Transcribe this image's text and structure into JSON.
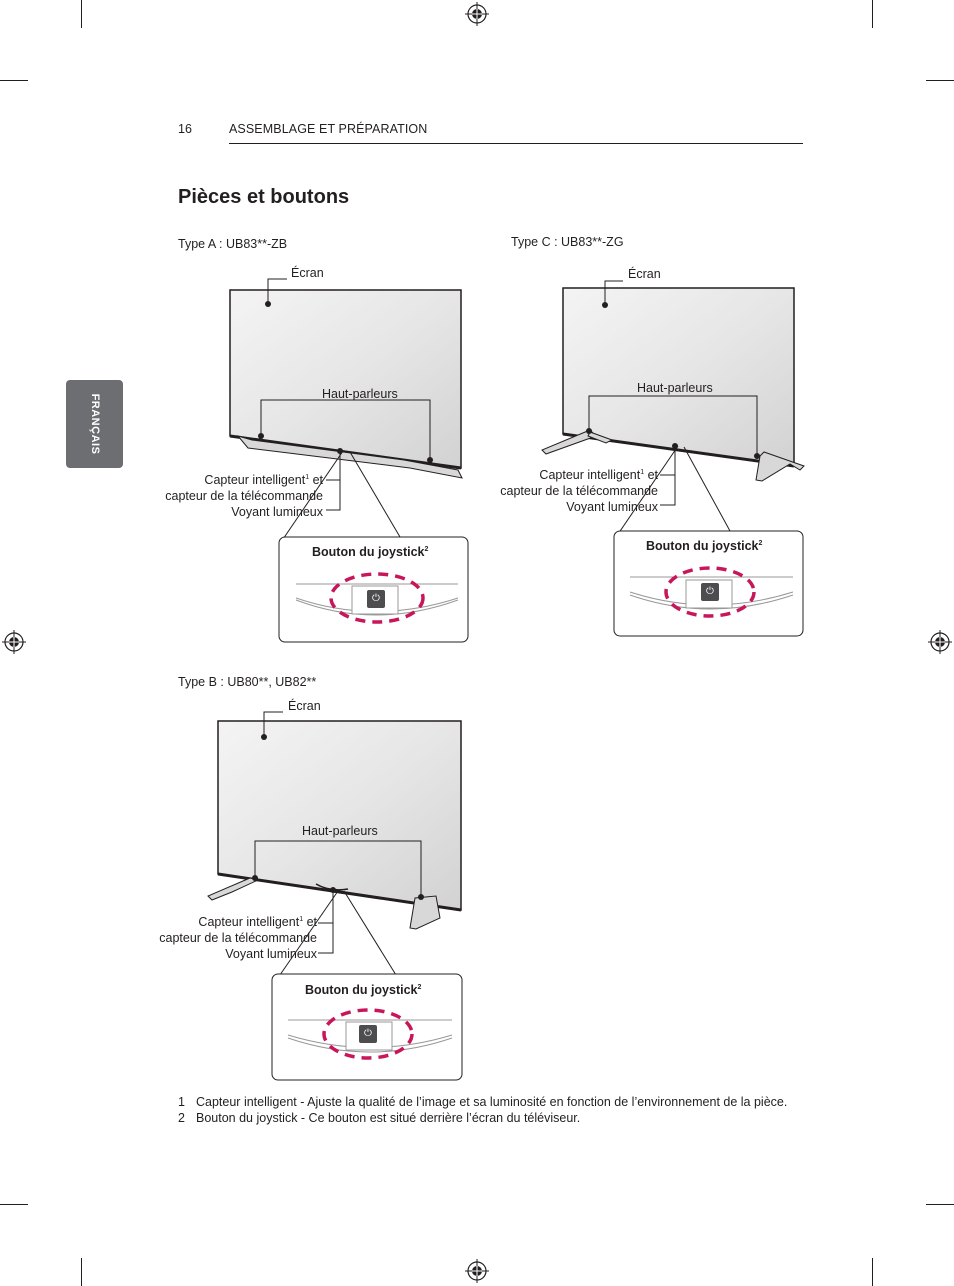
{
  "header": {
    "page_number": "16",
    "section_title": "ASSEMBLAGE ET PRÉPARATION"
  },
  "title": "Pièces et boutons",
  "language_tab": "FRANÇAIS",
  "types": [
    {
      "heading": "Type A : UB83**-ZB",
      "screen": "Écran",
      "speakers": "Haut-parleurs",
      "sensor_line1": "Capteur intelligent",
      "sensor_sup": "1",
      "sensor_et": " et",
      "sensor_line2": "capteur de la télécommande",
      "indicator": "Voyant lumineux",
      "joystick": "Bouton du joystick",
      "joystick_sup": "2"
    },
    {
      "heading": "Type C : UB83**-ZG",
      "screen": "Écran",
      "speakers": "Haut-parleurs",
      "sensor_line1": "Capteur intelligent",
      "sensor_sup": "1",
      "sensor_et": " et",
      "sensor_line2": "capteur de la télécommande",
      "indicator": "Voyant lumineux",
      "joystick": "Bouton du joystick",
      "joystick_sup": "2"
    },
    {
      "heading": "Type B : UB80**, UB82**",
      "screen": "Écran",
      "speakers": "Haut-parleurs",
      "sensor_line1": "Capteur intelligent",
      "sensor_sup": "1",
      "sensor_et": " et",
      "sensor_line2": "capteur de la télécommande",
      "indicator": "Voyant lumineux",
      "joystick": "Bouton du joystick",
      "joystick_sup": "2"
    }
  ],
  "footnotes": [
    {
      "num": "1",
      "text": "Capteur intelligent - Ajuste la qualité de l’image et sa luminosité en fonction de l’environnement de la pièce."
    },
    {
      "num": "2",
      "text": "Bouton du joystick - Ce bouton est situé derrière l’écran du téléviseur."
    }
  ],
  "colors": {
    "highlight": "#c8165a",
    "tab": "#6d6e71"
  },
  "icons": [
    "registration-mark-icon",
    "power-icon"
  ]
}
